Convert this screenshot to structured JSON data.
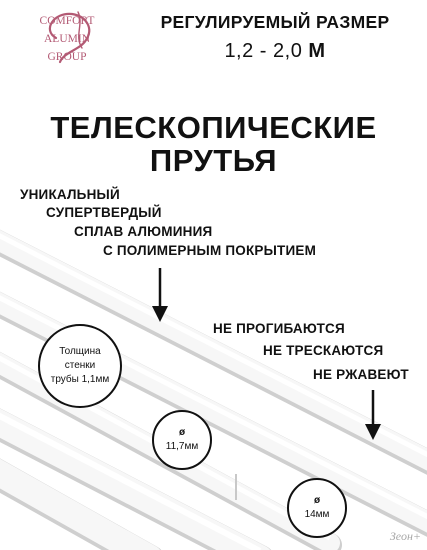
{
  "logo": {
    "line1": "COMFORT",
    "line2": "ALUMIN",
    "line3": "GROUP"
  },
  "header": {
    "size_title": "РЕГУЛИРУЕМЫЙ РАЗМЕР",
    "size_range": "1,2 - 2,0",
    "size_unit": "М"
  },
  "headline": {
    "line1": "ТЕЛЕСКОПИЧЕСКИЕ",
    "line2": "ПРУТЬЯ"
  },
  "features": [
    "УНИКАЛЬНЫЙ",
    "СУПЕРТВЕРДЫЙ",
    "СПЛАВ АЛЮМИНИЯ",
    "С ПОЛИМЕРНЫМ ПОКРЫТИЕМ"
  ],
  "properties": [
    "НЕ ПРОГИБАЮТСЯ",
    "НЕ ТРЕСКАЮТСЯ",
    "НЕ РЖАВЕЮТ"
  ],
  "callouts": {
    "wall": {
      "line1": "Толщина",
      "line2": "стенки",
      "line3": "трубы 1,1мм"
    },
    "diameter_1": {
      "symbol": "ø",
      "value": "11,7мм"
    },
    "diameter_2": {
      "symbol": "ø",
      "value": "14мм"
    }
  },
  "watermark": "Зеон+",
  "colors": {
    "text": "#111111",
    "logo": "#b35a74",
    "rod": "#f2f2f2",
    "rod_edge": "#d4d4d4",
    "watermark": "#a8a8a8"
  },
  "icons": [
    "logo-ring-mark",
    "arrow-down-icon"
  ]
}
